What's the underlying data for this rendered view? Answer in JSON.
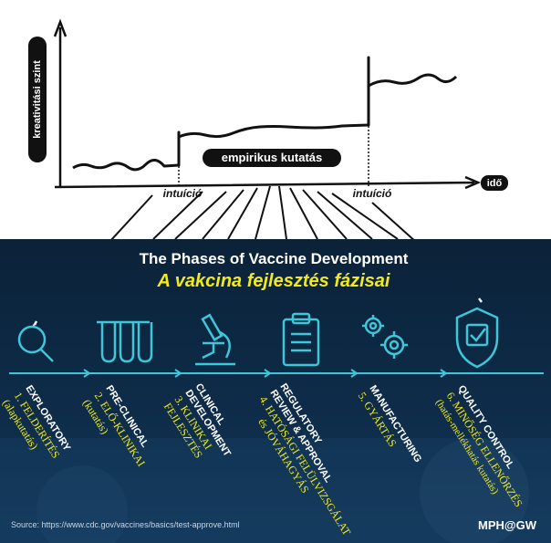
{
  "top_diagram": {
    "y_axis_label": "kreativitási szint",
    "x_axis_label": "idő",
    "middle_label": "empirikus kutatás",
    "intuition_label_1": "intuíció",
    "intuition_label_2": "intuíció"
  },
  "panel": {
    "title_en": "The Phases of Vaccine Development",
    "title_hu": "A vakcina fejlesztés fázisai",
    "phases": [
      {
        "icon": "magnifier-icon",
        "en": [
          "EXPLORATORY"
        ],
        "hu": [
          "1. FELDERÍTÉS"
        ],
        "note": "(alapkutatás)"
      },
      {
        "icon": "test-tubes-icon",
        "en": [
          "PRE-CLINICAL"
        ],
        "hu": [
          "2. ELŐ-KLINIKAI"
        ],
        "note": "(kutatás)"
      },
      {
        "icon": "microscope-icon",
        "en": [
          "CLINICAL",
          "DEVELOPMENT"
        ],
        "hu": [
          "3. KLINIKAI",
          "FEJLESZTÉS"
        ],
        "note": ""
      },
      {
        "icon": "clipboard-icon",
        "en": [
          "REGULATORY",
          "REVIEW & APPROVAL"
        ],
        "hu": [
          "4. HATÓSÁGI FELÜLVIZSGÁLAT",
          "és JÓVÁHAGYÁS"
        ],
        "note": ""
      },
      {
        "icon": "gears-icon",
        "en": [
          "MANUFACTURING"
        ],
        "hu": [
          "5. GYÁRTÁS"
        ],
        "note": ""
      },
      {
        "icon": "shield-check-icon",
        "en": [
          "QUALITY CONTROL"
        ],
        "hu": [
          "6. MINŐSÉG ELLENŐRZÉS"
        ],
        "note": "(hatás-mellékhatás kutatás)"
      }
    ],
    "source": "Source: https://www.cdc.gov/vaccines/basics/test-approve.html",
    "credit": "MPH@GW",
    "colors": {
      "bg": "#0c2741",
      "accent": "#3ec6d9",
      "yellow": "#f2ea1c",
      "white": "#ffffff"
    }
  }
}
